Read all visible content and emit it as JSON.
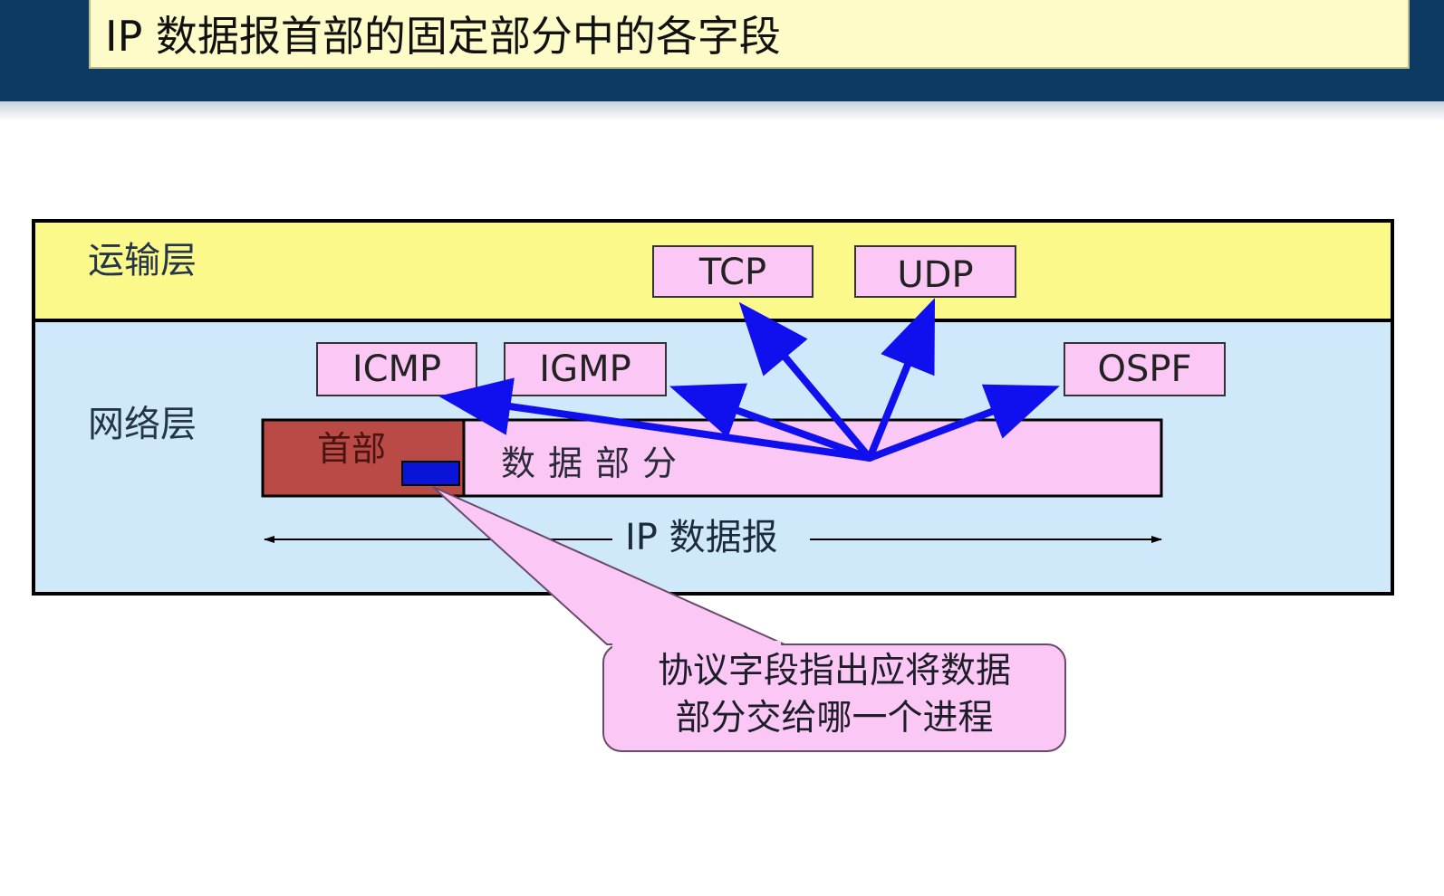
{
  "title": "IP 数据报首部的固定部分中的各字段",
  "layers": {
    "transport": "运输层",
    "network": "网络层"
  },
  "protocols": {
    "tcp": "TCP",
    "udp": "UDP",
    "icmp": "ICMP",
    "igmp": "IGMP",
    "ospf": "OSPF"
  },
  "datagram": {
    "header": "首部",
    "data": "数据部分",
    "label": "IP 数据报"
  },
  "callout": {
    "line1": "协议字段指出应将数据",
    "line2": "部分交给哪一个进程"
  },
  "colors": {
    "topbar": "#0c3a63",
    "title_bg": "#fdfcc8",
    "transport_bg": "#fbf98a",
    "network_bg": "#cfe9fa",
    "protocol_box": "#fbc8f5",
    "header_field": "#b94a45",
    "data_field": "#fbc8f5",
    "arrows": "#1010ee",
    "protocol_field": "#0a14d8"
  }
}
